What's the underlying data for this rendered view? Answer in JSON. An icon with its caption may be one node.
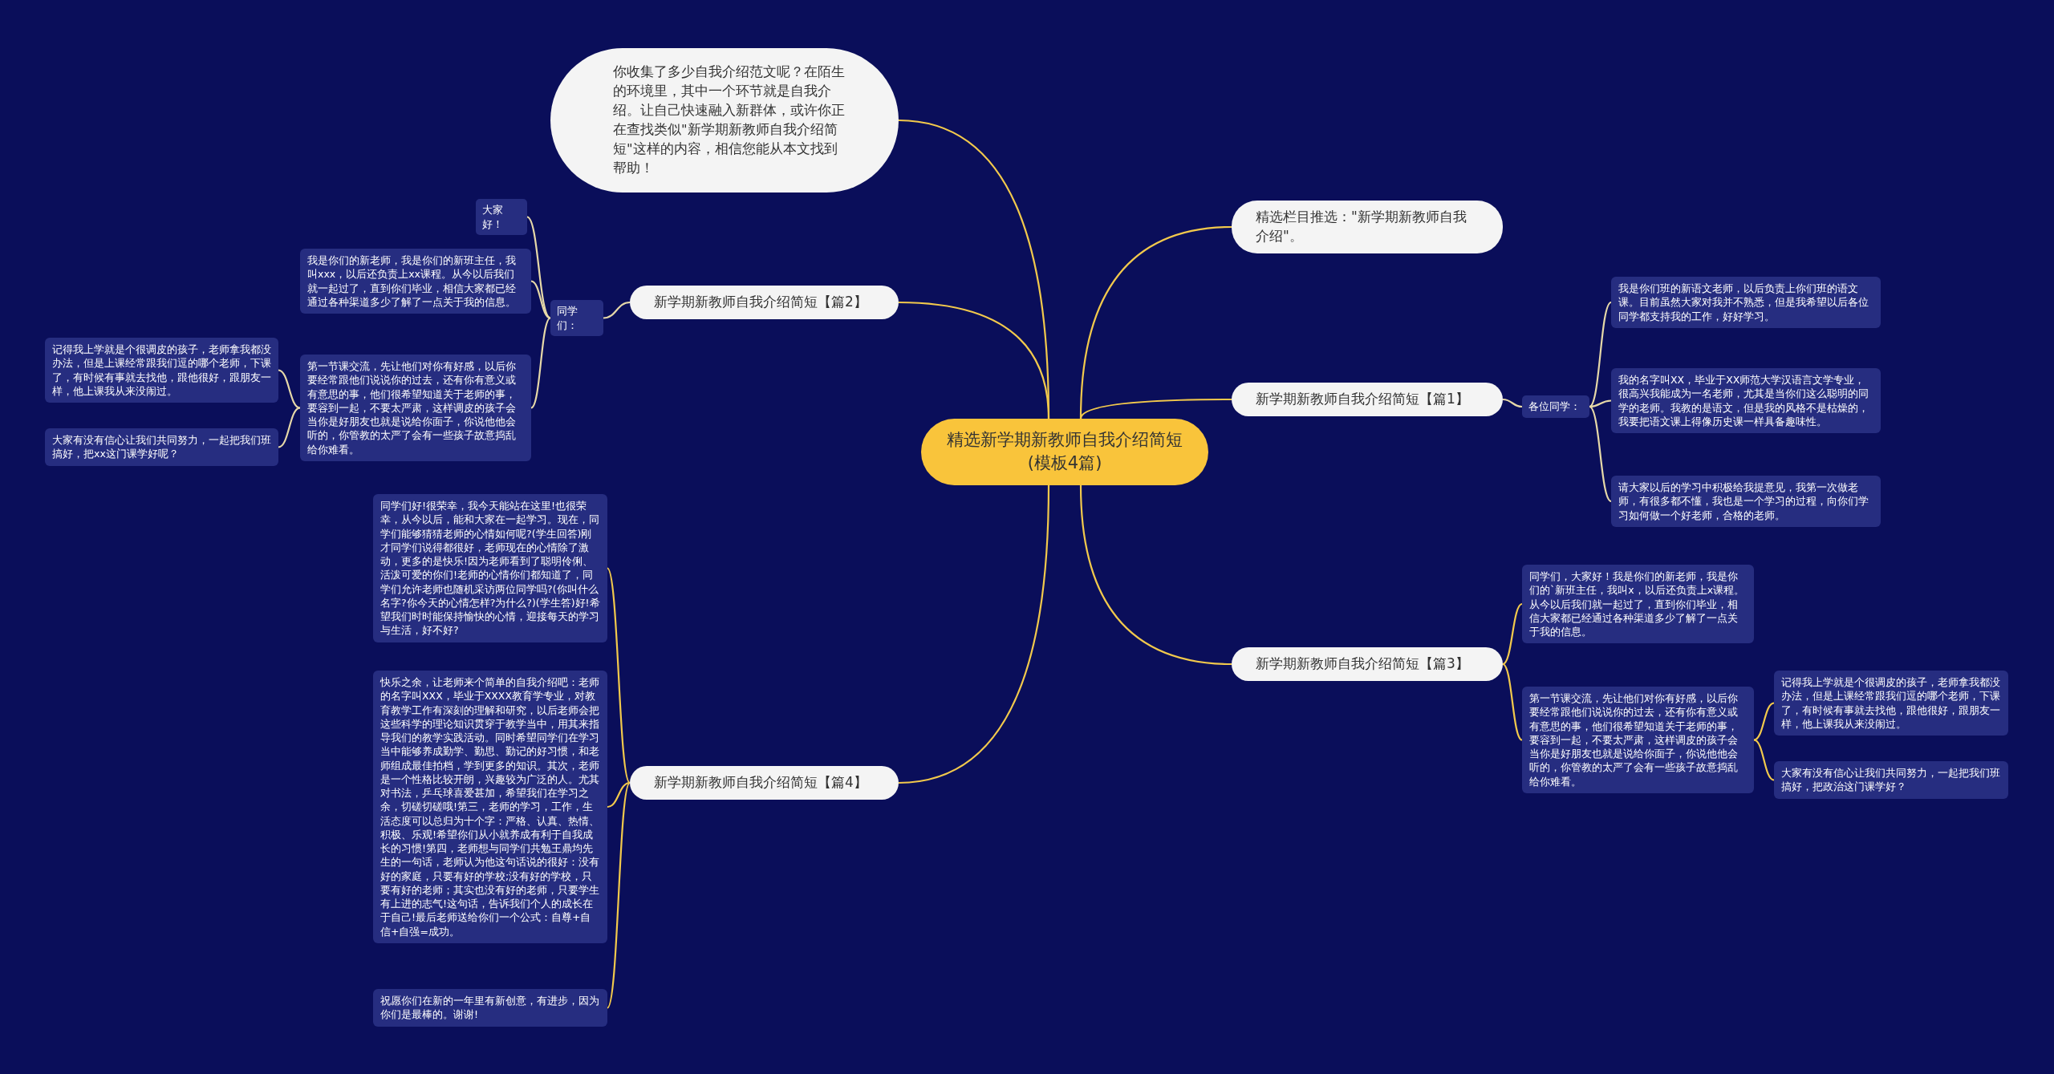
{
  "diagram": {
    "nodes": [
      {
        "text": [
          "精选新学期新教师自我介绍简短(模板4篇)"
        ]
      },
      {
        "text": [
          "你收集了多少自我介绍范文呢？在陌生的环境里，其中一个环节就是自我介绍。让自己快速融入新群体，或许你正在查找类似\"新学期新教师自我介绍简短\"这样的内容，相信您能从本文找到帮助！"
        ]
      },
      {
        "text": [
          "精选栏目推选：\"新学期新教师自我介绍\"。"
        ]
      },
      {
        "text": [
          "新学期新教师自我介绍简短【篇1】"
        ]
      },
      {
        "text": [
          "各位同学："
        ]
      },
      {
        "text": [
          "我是你们班的新语文老师，以后负责上你们班的语文课。目前虽然大家对我并不熟悉，但是我希望以后各位同学都支持我的工作，好好学习。"
        ]
      },
      {
        "text": [
          "我的名字叫XX，毕业于XX师范大学汉语言文学专业，很高兴我能成为一名老师，尤其是当你们这么聪明的同学的老师。我教的是语文，但是我的风格不是枯燥的，我要把语文课上得像历史课一样具备趣味性。"
        ]
      },
      {
        "text": [
          "请大家以后的学习中积极给我提意见，我第一次做老师，有很多都不懂，我也是一个学习的过程，向你们学习如何做一个好老师，合格的老师。"
        ]
      },
      {
        "text": [
          "新学期新教师自我介绍简短【篇2】"
        ]
      },
      {
        "text": [
          "同学们："
        ]
      },
      {
        "text": [
          "大家好！"
        ]
      },
      {
        "text": [
          "我是你们的新老师，我是你们的新班主任，我叫xxx，以后还负责上xx课程。从今以后我们就一起过了，直到你们毕业，相信大家都已经通过各种渠道多少了解了一点关于我的信息。"
        ]
      },
      {
        "text": [
          "第一节课交流，先让他们对你有好感，以后你要经常跟他们说说你的过去，还有你有意义或有意思的事，他们很希望知道关于老师的事，要容到一起，不要太严肃，这样调皮的孩子会当你是好朋友也就是说给你面子，你说他他会听的，你管教的太严了会有一些孩子故意捣乱给你难看。"
        ]
      },
      {
        "text": [
          "记得我上学就是个很调皮的孩子，老师拿我都没办法，但是上课经常跟我们逗的哪个老师，下课了，有时候有事就去找他，跟他很好，跟朋友一样，他上课我从来没闹过。"
        ]
      },
      {
        "text": [
          "大家有没有信心让我们共同努力，一起把我们班搞好，把xx这门课学好呢？"
        ]
      },
      {
        "text": [
          "新学期新教师自我介绍简短【篇3】"
        ]
      },
      {
        "text": [
          "同学们，大家好！我是你们的新老师，我是你们的`新班主任，我叫x，以后还负责上x课程。从今以后我们就一起过了，直到你们毕业，相信大家都已经通过各种渠道多少了解了一点关于我的信息。"
        ]
      },
      {
        "text": [
          "第一节课交流，先让他们对你有好感，以后你要经常跟他们说说你的过去，还有你有意义或有意思的事，他们很希望知道关于老师的事，要容到一起，不要太严肃，这样调皮的孩子会当你是好朋友也就是说给你面子，你说他他会听的，你管教的太严了会有一些孩子故意捣乱给你难看。"
        ]
      },
      {
        "text": [
          "记得我上学就是个很调皮的孩子，老师拿我都没办法，但是上课经常跟我们逗的哪个老师，下课了，有时候有事就去找他，跟他很好，跟朋友一样，他上课我从来没闹过。"
        ]
      },
      {
        "text": [
          "大家有没有信心让我们共同努力，一起把我们班搞好，把政治这门课学好？"
        ]
      },
      {
        "text": [
          "新学期新教师自我介绍简短【篇4】"
        ]
      },
      {
        "text": [
          "同学们好!很荣幸，我今天能站在这里!也很荣幸，从今以后，能和大家在一起学习。现在，同学们能够猜猜老师的心情如何呢?(学生回答)刚才同学们说得都很好，老师现在的心情除了激动，更多的是快乐!因为老师看到了聪明伶俐、活泼可爱的你们!老师的心情你们都知道了，同学们允许老师也随机采访两位同学吗?(你叫什么名字?你今天的心情怎样?为什么?)(学生答)好!希望我们时时能保持愉快的心情，迎接每天的学习与生活，好不好?"
        ]
      },
      {
        "text": [
          "快乐之余，让老师来个简单的自我介绍吧：老师的名字叫XXX，毕业于XXXX教育学专业，对教育教学工作有深刻的理解和研究，以后老师会把这些科学的理论知识贯穿于教学当中，用其来指导我们的教学实践活动。同时希望同学们在学习当中能够养成勤学、勤思、勤记的好习惯，和老师组成最佳拍档，学到更多的知识。其次，老师是一个性格比较开朗，兴趣较为广泛的人。尤其对书法，乒乓球喜爱甚加，希望我们在学习之余，切磋切磋哦!第三，老师的学习，工作，生活态度可以总归为十个字：严格、认真、热情、积极、乐观!希望你们从小就养成有利于自我成长的习惯!第四，老师想与同学们共勉王鼎均先生的一句话，老师认为他这句话说的很好：没有好的家庭，只要有好的学校;没有好的学校，只要有好的老师；其实也没有好的老师，只要学生有上进的志气!这句话，告诉我们个人的成长在于自己!最后老师送给你们一个公式：自尊+自信+自强=成功。"
        ]
      },
      {
        "text": [
          "祝愿你们在新的一年里有新创意，有进步，因为你们是最棒的。谢谢!"
        ]
      }
    ],
    "edges": [
      {
        "from": 0,
        "to": 1,
        "arrow": "none"
      },
      {
        "from": 0,
        "to": 2,
        "arrow": "none"
      },
      {
        "from": 0,
        "to": 3,
        "arrow": "none"
      },
      {
        "from": 3,
        "to": 4,
        "arrow": "none",
        "color": "#e6d8a8"
      },
      {
        "from": 4,
        "to": 5,
        "arrow": "none",
        "color": "#e6d8a8"
      },
      {
        "from": 4,
        "to": 6,
        "arrow": "none",
        "color": "#e6d8a8"
      },
      {
        "from": 4,
        "to": 7,
        "arrow": "none",
        "color": "#e6d8a8"
      },
      {
        "from": 0,
        "to": 8,
        "arrow": "none"
      },
      {
        "from": 8,
        "to": 9,
        "arrow": "none",
        "color": "#e6d8a8"
      },
      {
        "from": 9,
        "to": 10,
        "arrow": "none",
        "color": "#e6d8a8"
      },
      {
        "from": 9,
        "to": 11,
        "arrow": "none",
        "color": "#e6d8a8"
      },
      {
        "from": 9,
        "to": 12,
        "arrow": "none",
        "color": "#e6d8a8"
      },
      {
        "from": 12,
        "to": 13,
        "arrow": "none",
        "color": "#e6d8a8"
      },
      {
        "from": 12,
        "to": 14,
        "arrow": "none",
        "color": "#e6d8a8"
      },
      {
        "from": 0,
        "to": 15,
        "arrow": "none"
      },
      {
        "from": 15,
        "to": 16,
        "arrow": "none"
      },
      {
        "from": 15,
        "to": 17,
        "arrow": "none"
      },
      {
        "from": 17,
        "to": 18,
        "arrow": "none"
      },
      {
        "from": 17,
        "to": 19,
        "arrow": "none"
      },
      {
        "from": 0,
        "to": 20,
        "arrow": "none"
      },
      {
        "from": 20,
        "to": 21,
        "arrow": "none"
      },
      {
        "from": 20,
        "to": 22,
        "arrow": "none"
      },
      {
        "from": 20,
        "to": 23,
        "arrow": "none"
      }
    ]
  }
}
